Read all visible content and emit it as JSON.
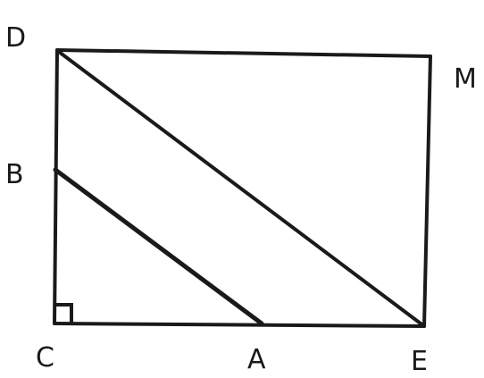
{
  "diagram": {
    "points": {
      "D": "D",
      "M": "M",
      "B": "B",
      "C": "C",
      "A": "A",
      "E": "E"
    },
    "segments": [
      "DM",
      "ME",
      "EC",
      "CD",
      "DE",
      "BA"
    ],
    "right_angle_at": "C",
    "colors": {
      "ink": "#1a1a1a",
      "background": "#ffffff"
    }
  }
}
